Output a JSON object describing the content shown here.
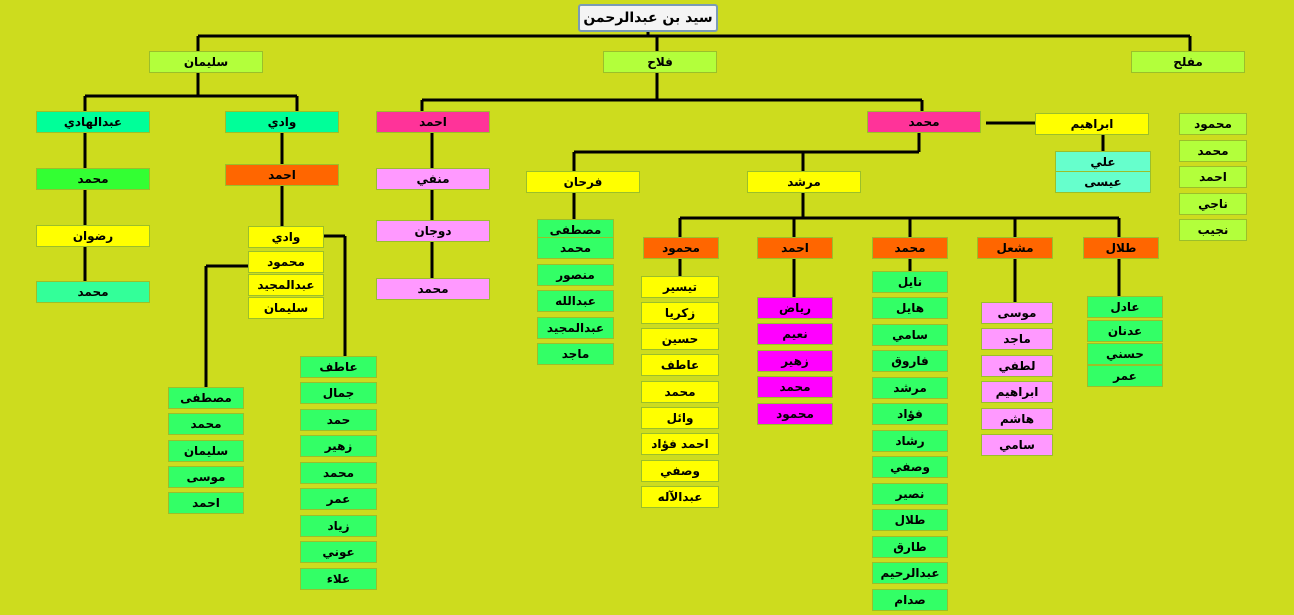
{
  "colors": {
    "background": "#cddc1e",
    "light_green": "#b3ff3b",
    "mint": "#00ff99",
    "bright_green": "#33ff33",
    "yellow": "#ffff00",
    "orange": "#ff6600",
    "pink": "#ff3399",
    "light_pink": "#ff99ff",
    "magenta": "#ff00ff",
    "turquoise": "#66ffcc"
  },
  "root": "سيد بن عبدالرحمن",
  "gen1": {
    "sulaiman": "سليمان",
    "falah": "فلاح",
    "mufleh": "مفلح"
  },
  "sulaiman": {
    "abdulhadi": "عبدالهادي",
    "abdulhadi_line": [
      "محمد",
      "رضوان",
      "محمد"
    ],
    "wadi": "وادي",
    "wadi_son": "احمد",
    "wadi2": "وادي",
    "wadi2_sons": [
      "محمود",
      "عبدالمجيد",
      "سليمان"
    ],
    "group_left": [
      "مصطفى",
      "محمد",
      "سليمان",
      "موسى",
      "احمد"
    ],
    "group_right": [
      "عاطف",
      "جمال",
      "حمد",
      "زهير",
      "محمد",
      "عمر",
      "زياد",
      "عوني",
      "علاء"
    ]
  },
  "falah": {
    "ahmad": "احمد",
    "ahmad_line": [
      "منفي",
      "دوجان",
      "محمد"
    ],
    "mohammad": "محمد",
    "ibrahim": "ابراهيم",
    "ibrahim_sons": [
      "علي",
      "عيسى"
    ],
    "farhan": "فرحان",
    "farhan_sons": [
      "مصطفى",
      "محمد",
      "منصور",
      "عبدالله",
      "عبدالمجيد",
      "ماجد"
    ],
    "murshid": "مرشد",
    "murshid_sons": [
      "محمود",
      "احمد",
      "محمد",
      "مشعل",
      "طلال"
    ],
    "mahmoud_sons": [
      "تيسير",
      "زكريا",
      "حسين",
      "عاطف",
      "محمد",
      "وائل",
      "احمد فؤاد",
      "وصفي",
      "عبدالآله"
    ],
    "ahmad2_sons": [
      "رياض",
      "نعيم",
      "زهير",
      "محمد",
      "محمود"
    ],
    "mohammad2_sons": [
      "نايل",
      "هايل",
      "سامي",
      "فاروق",
      "مرشد",
      "فؤاد",
      "رشاد",
      "وصفي",
      "نصير",
      "طلال",
      "طارق",
      "عبدالرحيم",
      "صدام"
    ],
    "mishal_sons": [
      "موسى",
      "ماجد",
      "لطفي",
      "ابراهيم",
      "هاشم",
      "سامي"
    ],
    "talal_sons": [
      "عادل",
      "عدنان",
      "حسني",
      "عمر"
    ]
  },
  "mufleh": {
    "sons": [
      "محمود",
      "محمد",
      "احمد",
      "ناجي",
      "نجيب"
    ]
  }
}
